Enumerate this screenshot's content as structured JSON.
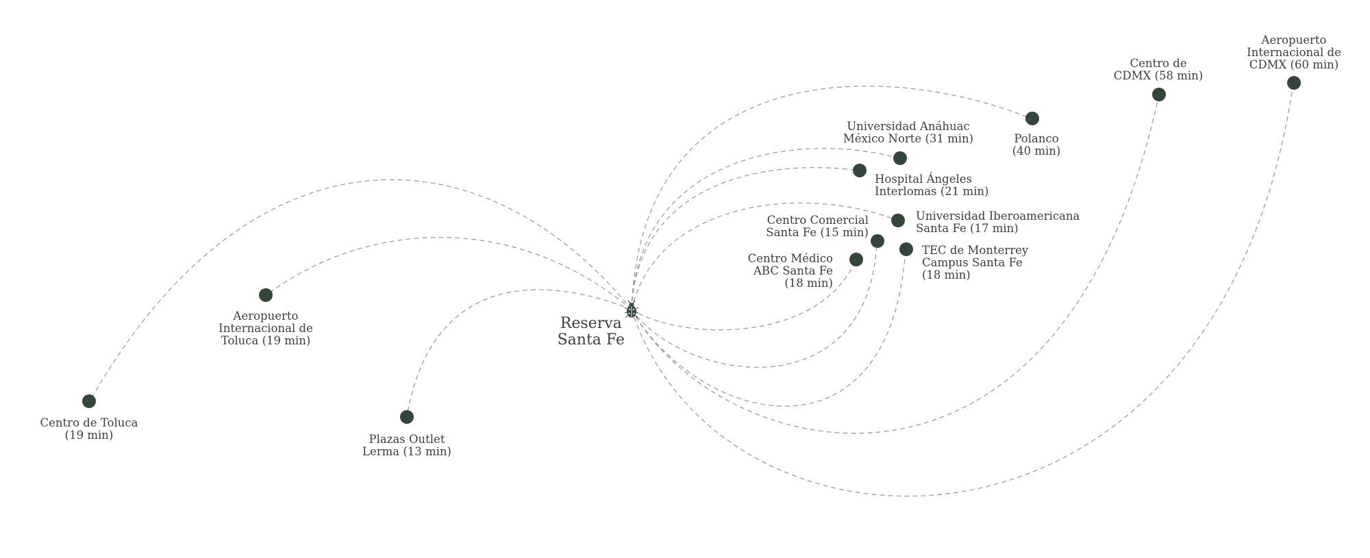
{
  "hub": {
    "lines": [
      "Reserva",
      "Santa Fe"
    ],
    "icon": "ladybug-icon"
  },
  "destinations": [
    {
      "id": "centro-toluca",
      "lines": [
        "Centro de Toluca",
        "(19 min)"
      ]
    },
    {
      "id": "aeropuerto-toluca",
      "lines": [
        "Aeropuerto",
        "Internacional de",
        "Toluca (19 min)"
      ]
    },
    {
      "id": "plazas-outlet",
      "lines": [
        "Plazas Outlet",
        "Lerma (13 min)"
      ]
    },
    {
      "id": "polanco",
      "lines": [
        "Polanco",
        "(40 min)"
      ]
    },
    {
      "id": "anahuac",
      "lines": [
        "Universidad Anáhuac",
        "México Norte (31 min)"
      ]
    },
    {
      "id": "hospital-angeles",
      "lines": [
        "Hospital Ángeles",
        "Interlomas (21 min)"
      ]
    },
    {
      "id": "iberoamericana",
      "lines": [
        "Universidad Iberoamericana",
        "Santa Fe (17 min)"
      ]
    },
    {
      "id": "centro-comercial",
      "lines": [
        "Centro Comercial",
        "Santa Fe (15 min)"
      ]
    },
    {
      "id": "abc",
      "lines": [
        "Centro Médico",
        "ABC Santa Fe",
        "(18 min)"
      ]
    },
    {
      "id": "tec",
      "lines": [
        "TEC de Monterrey",
        "Campus Santa Fe",
        "(18 min)"
      ]
    },
    {
      "id": "centro-cdmx",
      "lines": [
        "Centro de",
        "CDMX (58 min)"
      ]
    },
    {
      "id": "aeropuerto-cdmx",
      "lines": [
        "Aeropuerto",
        "Internacional de",
        "CDMX (60 min)"
      ]
    }
  ],
  "colors": {
    "dot": "#34463b",
    "line": "#9a9d9a",
    "text": "#3b3f3c"
  }
}
